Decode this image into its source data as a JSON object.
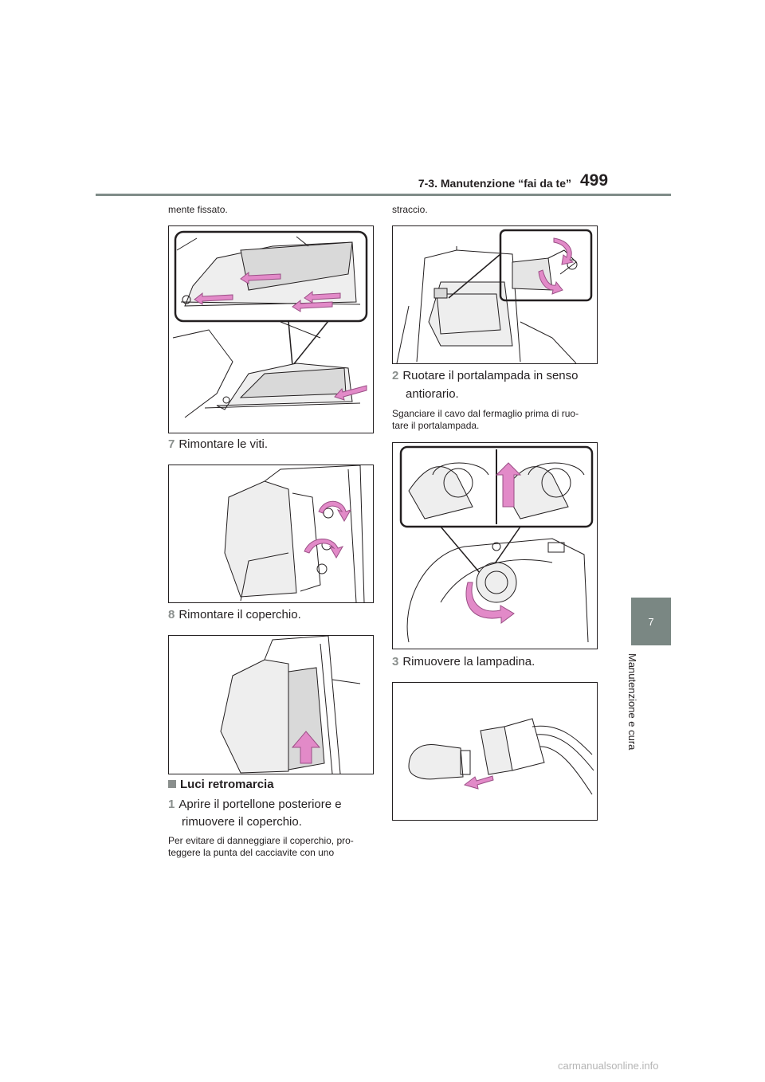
{
  "header": {
    "section_title": "7-3. Manutenzione “fai da te”",
    "page_number": "499"
  },
  "side_tab": {
    "chapter_number": "7",
    "chapter_title": "Manutenzione e cura"
  },
  "left_column": {
    "continued_text": "mente fissato.",
    "step7": {
      "number": "7",
      "text": "Rimontare le viti."
    },
    "step8": {
      "number": "8",
      "text": "Rimontare il coperchio."
    },
    "section_heading": "Luci retromarcia",
    "step1": {
      "number": "1",
      "text_line1": "Aprire il portellone posteriore e",
      "text_line2": "rimuovere il coperchio."
    },
    "note_line1": "Per evitare di danneggiare il coperchio, pro-",
    "note_line2": "teggere la punta del cacciavite con uno"
  },
  "right_column": {
    "continued_text": "straccio.",
    "step2": {
      "number": "2",
      "text_line1": "Ruotare il portalampada in senso",
      "text_line2": "antiorario."
    },
    "note_line1": "Sganciare il cavo dal fermaglio prima di ruo-",
    "note_line2": "tare il portalampada.",
    "step3": {
      "number": "3",
      "text": "Rimuovere la lampadina."
    }
  },
  "colors": {
    "arrow": "#e28ac8",
    "arrow_edge": "#9b4f86",
    "rule": "#7f8c88",
    "tab": "#7a8783",
    "part_fill": "#d9d9d9"
  },
  "watermark": "carmanualsonline.info"
}
